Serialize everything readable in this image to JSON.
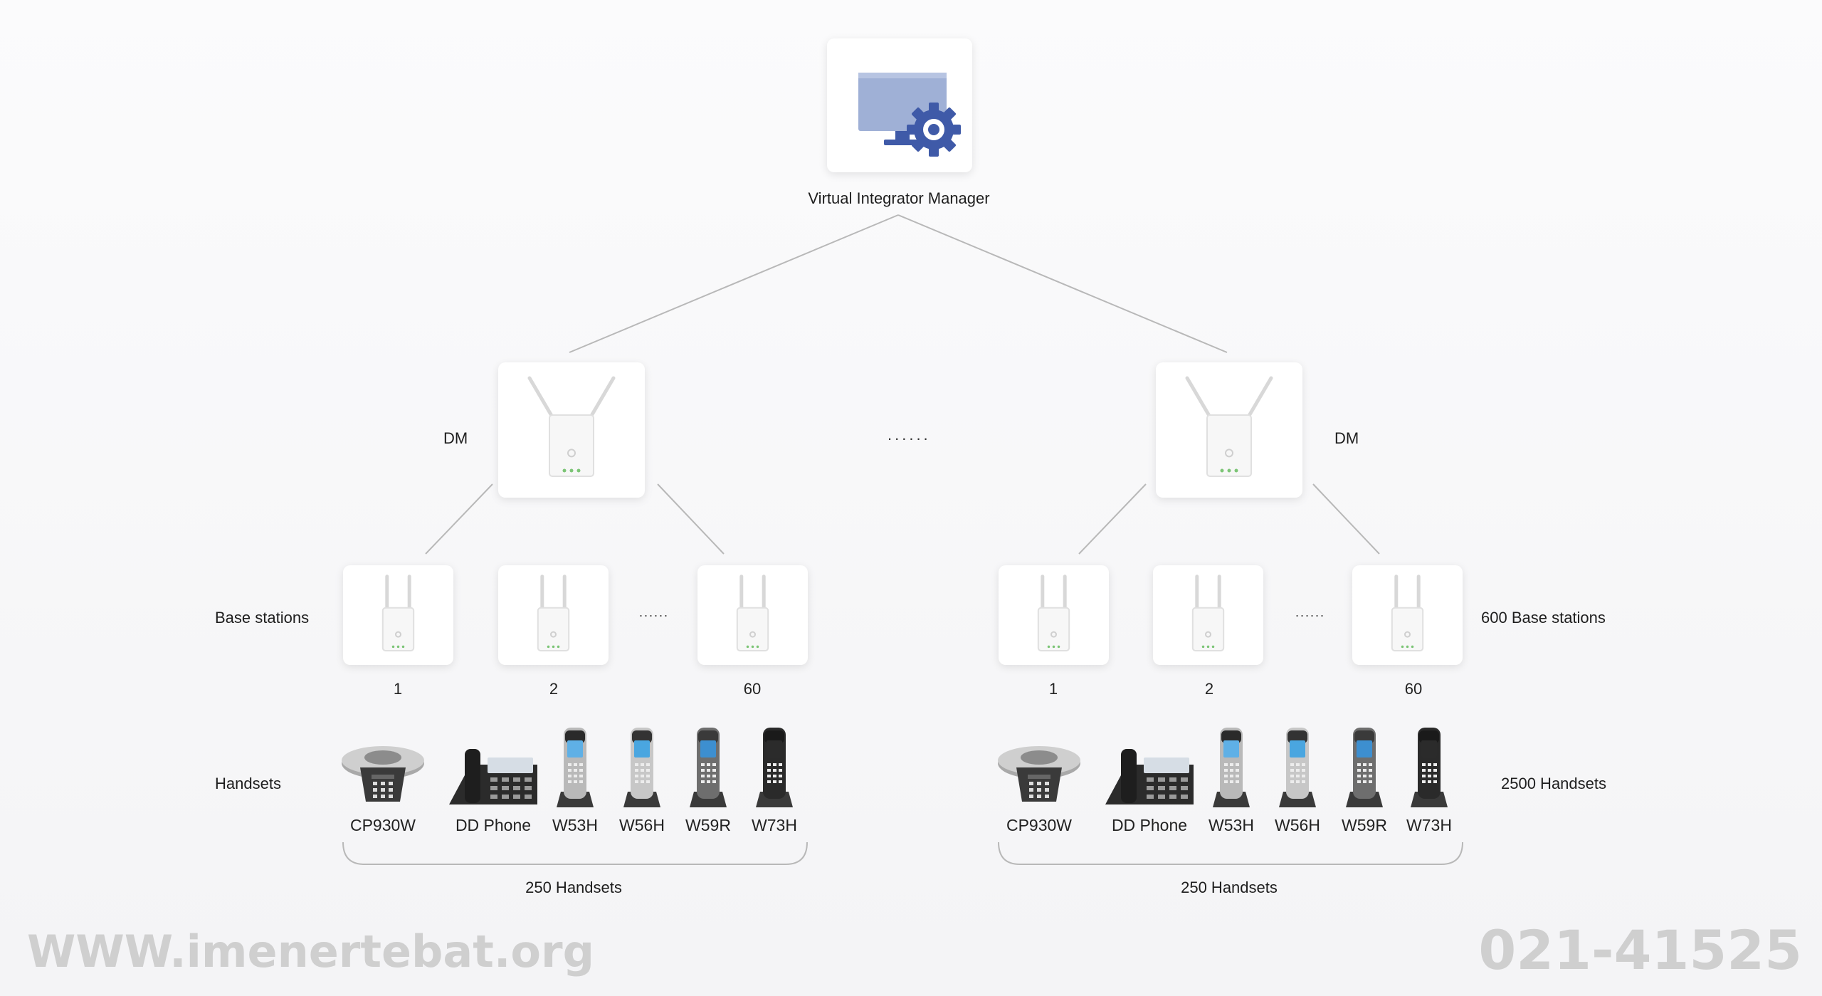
{
  "root": {
    "label": "Virtual Integrator Manager",
    "icon": "monitor-gear-icon",
    "icon_color": "#3f5aa8",
    "screen_color": "#9fb0d6"
  },
  "middle_dots": "......",
  "groups": [
    {
      "dm_label": "DM",
      "stations_label": "Base stations",
      "station_dots": "......",
      "station_numbers": [
        "1",
        "2",
        "60"
      ],
      "handsets_label": "Handsets",
      "models": [
        "CP930W",
        "DD Phone",
        "W53H",
        "W56H",
        "W59R",
        "W73H"
      ],
      "brace_label": "250 Handsets"
    },
    {
      "dm_label": "DM",
      "stations_label": "600 Base stations",
      "station_dots": "......",
      "station_numbers": [
        "1",
        "2",
        "60"
      ],
      "handsets_label": "2500 Handsets",
      "models": [
        "CP930W",
        "DD Phone",
        "W53H",
        "W56H",
        "W59R",
        "W73H"
      ],
      "brace_label": "250 Handsets"
    }
  ],
  "watermark": {
    "left": "WWW.imenertebat.org",
    "right": "021-41525"
  },
  "colors": {
    "line": "#b8b8b8",
    "led": "#7cc576"
  }
}
